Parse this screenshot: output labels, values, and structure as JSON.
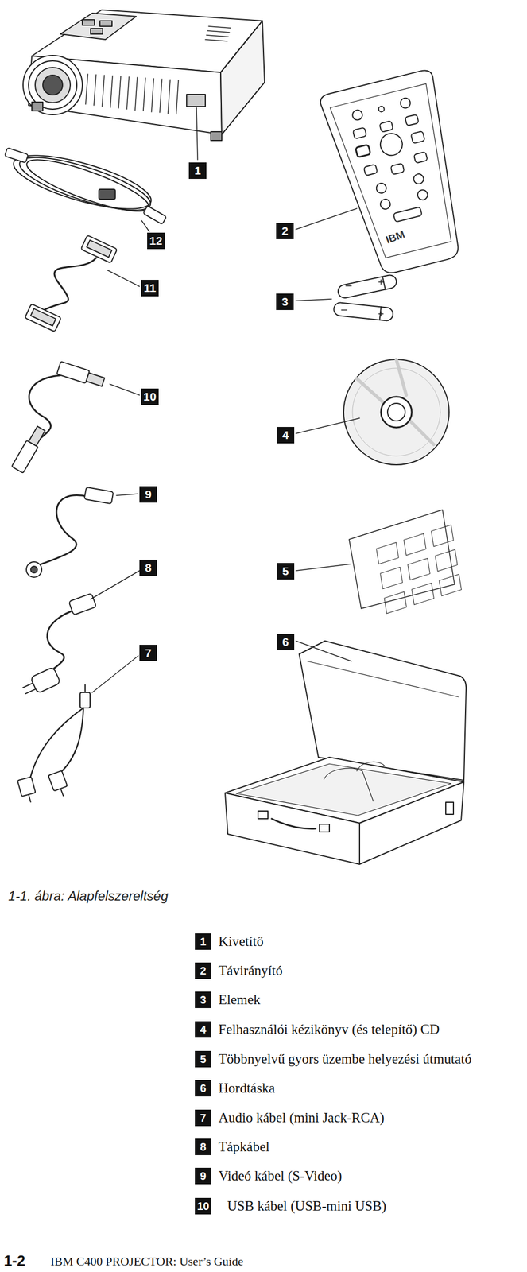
{
  "diagram": {
    "caption": "1-1. ábra: Alapfelszereltség",
    "labels": [
      "1",
      "12",
      "2",
      "IBM",
      "11",
      "3",
      "10",
      "4",
      "9",
      "8",
      "5",
      "7",
      "6",
      "1",
      "Kivetítő",
      "2",
      "Távirányító",
      "3",
      "Elemek",
      "4",
      "Felhasználói kézikönyv (és telepítő) CD",
      "5",
      "Többnyelvű gyors üzembe helyezési útmutató",
      "6",
      "Hordtáska",
      "7",
      "Audio kábel (mini Jack-RCA)",
      "8",
      "Tápkábel",
      "9",
      "Videó kábel (S-Video)",
      "10",
      "USB kábel (USB-mini USB)",
      "1-2",
      "IBM C400 PROJECTOR: User’s Guide"
    ]
  }
}
